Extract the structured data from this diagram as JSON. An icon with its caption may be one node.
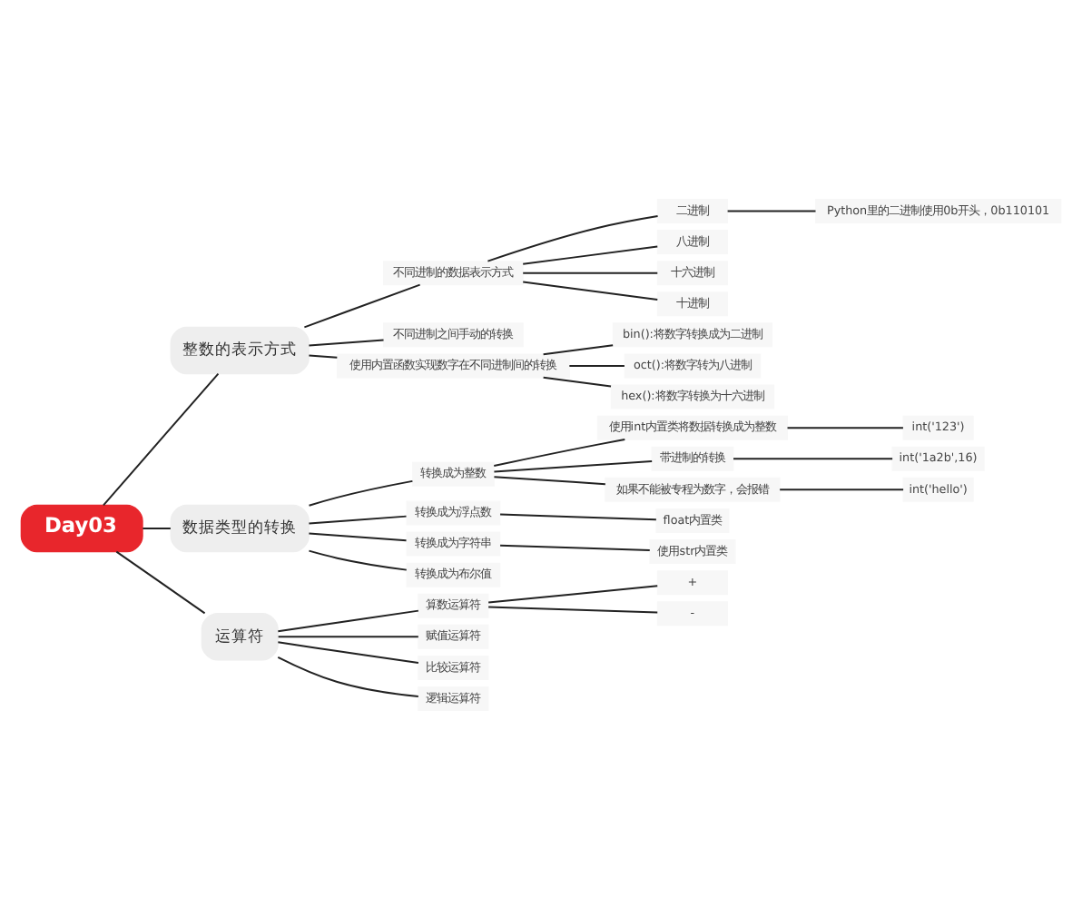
{
  "diagram": {
    "nodes": [
      {
        "text": [
          "Day03"
        ]
      },
      {
        "text": [
          "整数的表示方式"
        ]
      },
      {
        "text": [
          "不同进制的数据表示方式"
        ]
      },
      {
        "text": [
          "二进制"
        ]
      },
      {
        "text": [
          "Python里的二进制使用0b开头，0b110101"
        ]
      },
      {
        "text": [
          "八进制"
        ]
      },
      {
        "text": [
          "十六进制"
        ]
      },
      {
        "text": [
          "十进制"
        ]
      },
      {
        "text": [
          "不同进制之间手动的转换"
        ]
      },
      {
        "text": [
          "使用内置函数实现数字在不同进制间的转换"
        ]
      },
      {
        "text": [
          "bin():将数字转换成为二进制"
        ]
      },
      {
        "text": [
          "oct():将数字转为八进制"
        ]
      },
      {
        "text": [
          "hex():将数字转换为十六进制"
        ]
      },
      {
        "text": [
          "数据类型的转换"
        ]
      },
      {
        "text": [
          "转换成为整数"
        ]
      },
      {
        "text": [
          "使用int内置类将数据转换成为整数"
        ]
      },
      {
        "text": [
          "int('123')"
        ]
      },
      {
        "text": [
          "带进制的转换"
        ]
      },
      {
        "text": [
          "int('1a2b',16)"
        ]
      },
      {
        "text": [
          "如果不能被专程为数字，会报错"
        ]
      },
      {
        "text": [
          "int('hello')"
        ]
      },
      {
        "text": [
          "转换成为浮点数"
        ]
      },
      {
        "text": [
          "float内置类"
        ]
      },
      {
        "text": [
          "转换成为字符串"
        ]
      },
      {
        "text": [
          "使用str内置类"
        ]
      },
      {
        "text": [
          "转换成为布尔值"
        ]
      },
      {
        "text": [
          "运算符"
        ]
      },
      {
        "text": [
          "算数运算符"
        ]
      },
      {
        "text": [
          "+"
        ]
      },
      {
        "text": [
          "-"
        ]
      },
      {
        "text": [
          "赋值运算符"
        ]
      },
      {
        "text": [
          "比较运算符"
        ]
      },
      {
        "text": [
          "逻辑运算符"
        ]
      }
    ],
    "edges": [
      {
        "from": 0,
        "to": 1,
        "arrow": "none"
      },
      {
        "from": 1,
        "to": 2,
        "arrow": "none"
      },
      {
        "from": 2,
        "to": 3,
        "arrow": "none"
      },
      {
        "from": 3,
        "to": 4,
        "arrow": "none"
      },
      {
        "from": 2,
        "to": 5,
        "arrow": "none"
      },
      {
        "from": 2,
        "to": 6,
        "arrow": "none"
      },
      {
        "from": 2,
        "to": 7,
        "arrow": "none"
      },
      {
        "from": 1,
        "to": 8,
        "arrow": "none"
      },
      {
        "from": 1,
        "to": 9,
        "arrow": "none"
      },
      {
        "from": 9,
        "to": 10,
        "arrow": "none"
      },
      {
        "from": 9,
        "to": 11,
        "arrow": "none"
      },
      {
        "from": 9,
        "to": 12,
        "arrow": "none"
      },
      {
        "from": 0,
        "to": 13,
        "arrow": "none"
      },
      {
        "from": 13,
        "to": 14,
        "arrow": "none"
      },
      {
        "from": 14,
        "to": 15,
        "arrow": "none"
      },
      {
        "from": 15,
        "to": 16,
        "arrow": "none"
      },
      {
        "from": 14,
        "to": 17,
        "arrow": "none"
      },
      {
        "from": 17,
        "to": 18,
        "arrow": "none"
      },
      {
        "from": 14,
        "to": 19,
        "arrow": "none"
      },
      {
        "from": 19,
        "to": 20,
        "arrow": "none"
      },
      {
        "from": 13,
        "to": 21,
        "arrow": "none"
      },
      {
        "from": 21,
        "to": 22,
        "arrow": "none"
      },
      {
        "from": 13,
        "to": 23,
        "arrow": "none"
      },
      {
        "from": 23,
        "to": 24,
        "arrow": "none"
      },
      {
        "from": 13,
        "to": 25,
        "arrow": "none"
      },
      {
        "from": 0,
        "to": 26,
        "arrow": "none"
      },
      {
        "from": 26,
        "to": 27,
        "arrow": "none"
      },
      {
        "from": 27,
        "to": 28,
        "arrow": "none"
      },
      {
        "from": 27,
        "to": 29,
        "arrow": "none"
      },
      {
        "from": 26,
        "to": 30,
        "arrow": "none"
      },
      {
        "from": 26,
        "to": 31,
        "arrow": "none"
      },
      {
        "from": 26,
        "to": 32,
        "arrow": "none"
      }
    ]
  }
}
